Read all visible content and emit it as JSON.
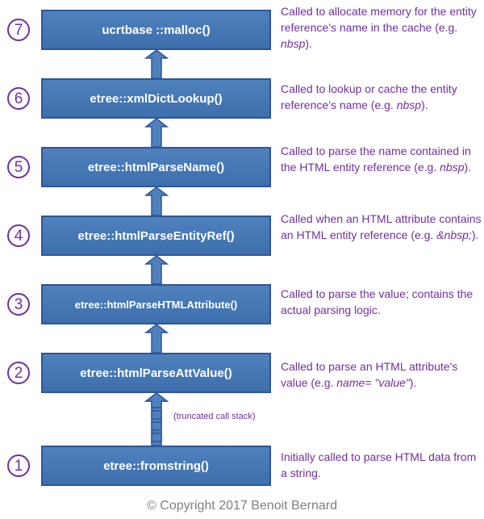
{
  "steps": [
    {
      "num": "7",
      "func": "ucrtbase ::malloc()",
      "desc": [
        {
          "t": "Called to allocate memory for the entity reference’s name in the cache (e.g. "
        },
        {
          "t": "nbsp",
          "i": true
        },
        {
          "t": ")."
        }
      ]
    },
    {
      "num": "6",
      "func": "etree::xmlDictLookup()",
      "desc": [
        {
          "t": "Called to lookup or cache the entity reference’s name (e.g. "
        },
        {
          "t": "nbsp",
          "i": true
        },
        {
          "t": ")."
        }
      ]
    },
    {
      "num": "5",
      "func": "etree::htmlParseName()",
      "desc": [
        {
          "t": "Called to parse the name contained in the HTML entity reference (e.g. "
        },
        {
          "t": "nbsp",
          "i": true
        },
        {
          "t": ")."
        }
      ]
    },
    {
      "num": "4",
      "func": "etree::htmlParseEntityRef()",
      "desc": [
        {
          "t": "Called when an HTML attribute contains an HTML entity reference (e.g. "
        },
        {
          "t": "&nbsp;",
          "i": true
        },
        {
          "t": ")."
        }
      ]
    },
    {
      "num": "3",
      "func": "etree::htmlParseHTMLAttribute()",
      "desc": [
        {
          "t": "Called to parse the value; contains the actual parsing logic."
        }
      ]
    },
    {
      "num": "2",
      "func": "etree::htmlParseAttValue()",
      "desc": [
        {
          "t": "Called to parse an HTML attribute's value (e.g. "
        },
        {
          "t": "name= \"value\"",
          "i": true
        },
        {
          "t": ")."
        }
      ]
    },
    {
      "num": "1",
      "func": "etree::fromstring()",
      "desc": [
        {
          "t": "Initially called to parse HTML data from a string."
        }
      ]
    }
  ],
  "truncated_label": "(truncated call stack)",
  "copyright": "© Copyright 2017 Benoit Bernard",
  "colors": {
    "box_fill": "#4f81bd",
    "box_border": "#2f5597",
    "accent": "#7030a0",
    "footer": "#7f7f7f"
  }
}
